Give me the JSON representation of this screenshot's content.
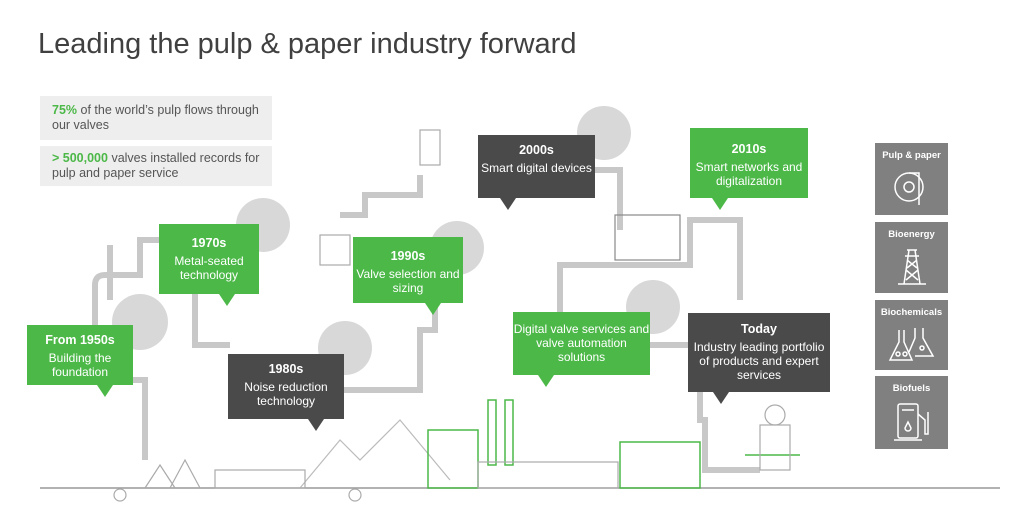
{
  "title": "Leading the pulp & paper industry forward",
  "stats": [
    {
      "highlight": "75%",
      "text": " of the world’s pulp flows through our valves"
    },
    {
      "highlight": "> 500,000",
      "text": " valves installed records for pulp and paper service"
    }
  ],
  "milestones": [
    {
      "era": "From 1950s",
      "text": "Building the foundation",
      "style": "green"
    },
    {
      "era": "1970s",
      "text": "Metal-seated technology",
      "style": "green"
    },
    {
      "era": "1980s",
      "text": "Noise reduction technology",
      "style": "dark"
    },
    {
      "era": "1990s",
      "text": "Valve selection and sizing",
      "style": "green"
    },
    {
      "era": "2000s",
      "text": "Smart digital devices",
      "style": "dark"
    },
    {
      "era": "2010s",
      "text": "Smart networks and digitalization",
      "style": "green"
    },
    {
      "era": "",
      "text": "Digital valve services and valve automation solutions",
      "style": "green"
    },
    {
      "era": "Today",
      "text": "Industry leading portfolio of products and expert services",
      "style": "dark"
    }
  ],
  "industries": [
    {
      "label": "Pulp & paper",
      "icon": "paper-roll-icon"
    },
    {
      "label": "Bioenergy",
      "icon": "power-tower-icon"
    },
    {
      "label": "Biochemicals",
      "icon": "flask-icon"
    },
    {
      "label": "Biofuels",
      "icon": "fuel-pump-icon"
    }
  ],
  "colors": {
    "green": "#4cb848",
    "dark": "#4a4a4a",
    "tile": "#808080",
    "pipe": "#c8c8c8"
  }
}
